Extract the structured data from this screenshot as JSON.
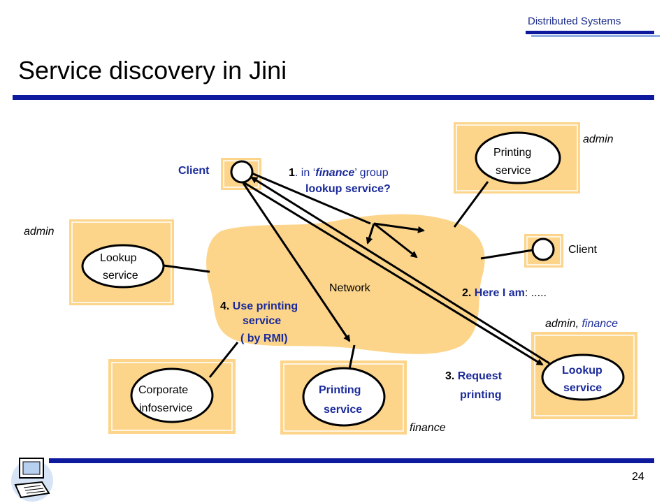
{
  "header": {
    "course": "Distributed Systems",
    "title": "Service discovery in Jini",
    "page_number": "24"
  },
  "colors": {
    "box_fill": "#fcd58b",
    "accent_blue": "#0e1a9e",
    "label_blue": "#1a2a9a"
  },
  "diagram": {
    "network_label": "Network",
    "client_top": "Client",
    "client_right": "Client",
    "lookup_left": {
      "line1": "Lookup",
      "line2": "service",
      "group": "admin"
    },
    "printing_top": {
      "line1": "Printing",
      "line2": "service",
      "group": "admin"
    },
    "lookup_right": {
      "line1": "Lookup",
      "line2": "service",
      "group_prefix": "admin, ",
      "group_finance": "finance"
    },
    "corporate": {
      "line1": "Corporate",
      "line2": "infoservice"
    },
    "printing_bottom": {
      "line1": "Printing",
      "line2": "service",
      "group": "finance"
    },
    "step1": {
      "num": "1",
      "pre": ". in ‘",
      "italic": "finance",
      "post": "’ group",
      "line2": "lookup service?"
    },
    "step2": {
      "num": "2. ",
      "text": "Here I am",
      "post": ": ....."
    },
    "step3": {
      "num": "3. ",
      "line1": "Request",
      "line2": "printing"
    },
    "step4": {
      "num": "4. ",
      "line1": "Use printing",
      "line2": "service",
      "line3": "( by RMI)"
    }
  },
  "icons": [
    "computer-icon"
  ]
}
